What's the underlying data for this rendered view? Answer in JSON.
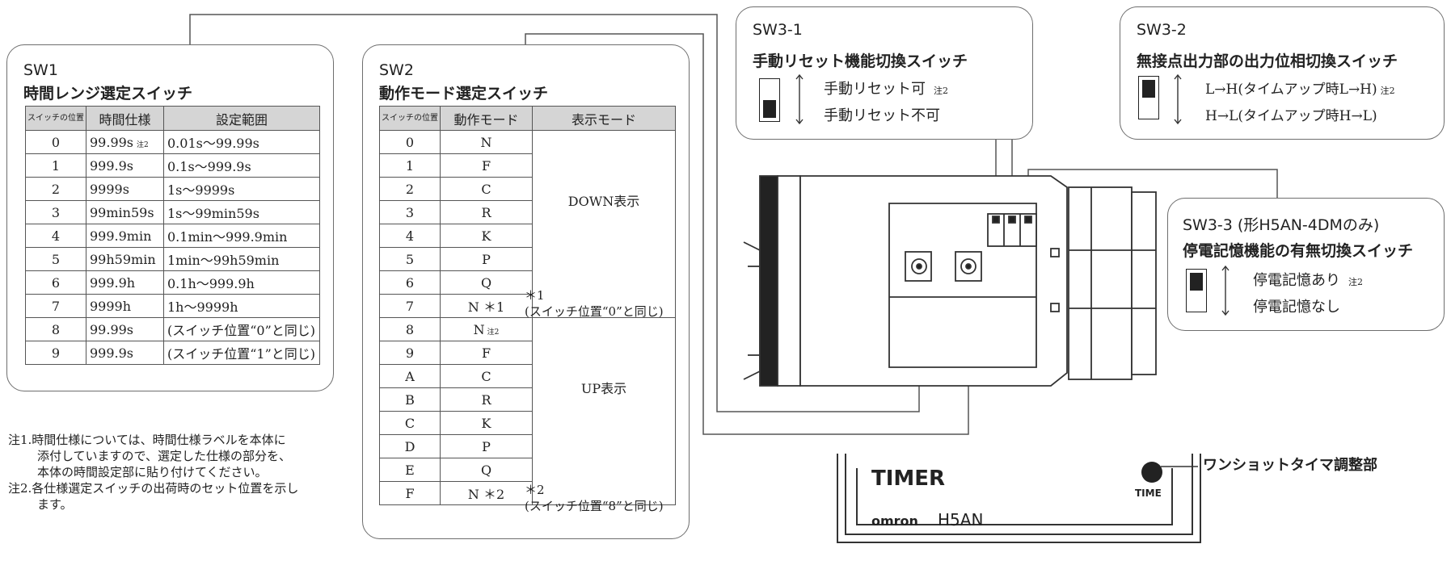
{
  "sw1": {
    "title": "SW1",
    "subtitle": "時間レンジ選定スイッチ",
    "headers": [
      "スイッチの位置",
      "時間仕様",
      "設定範囲"
    ],
    "rows": [
      {
        "pos": "0",
        "spec": "99.99s",
        "note": "注2",
        "range": "0.01s〜99.99s"
      },
      {
        "pos": "1",
        "spec": "999.9s",
        "note": "",
        "range": "0.1s〜999.9s"
      },
      {
        "pos": "2",
        "spec": "9999s",
        "note": "",
        "range": "1s〜9999s"
      },
      {
        "pos": "3",
        "spec": "99min59s",
        "note": "",
        "range": "1s〜99min59s"
      },
      {
        "pos": "4",
        "spec": "999.9min",
        "note": "",
        "range": "0.1min〜999.9min"
      },
      {
        "pos": "5",
        "spec": "99h59min",
        "note": "",
        "range": "1min〜99h59min"
      },
      {
        "pos": "6",
        "spec": "999.9h",
        "note": "",
        "range": "0.1h〜999.9h"
      },
      {
        "pos": "7",
        "spec": "9999h",
        "note": "",
        "range": "1h〜9999h"
      },
      {
        "pos": "8",
        "spec": "99.99s",
        "note": "",
        "range": "(スイッチ位置“0”と同じ)"
      },
      {
        "pos": "9",
        "spec": "999.9s",
        "note": "",
        "range": "(スイッチ位置“1”と同じ)"
      }
    ]
  },
  "notes": [
    "注1.時間仕様については、時間仕様ラベルを本体に",
    "添付していますので、選定した仕様の部分を、",
    "本体の時間設定部に貼り付けてください。",
    "注2.各仕様選定スイッチの出荷時のセット位置を示し",
    "ます。"
  ],
  "sw2": {
    "title": "SW2",
    "subtitle": "動作モード選定スイッチ",
    "headers": [
      "スイッチの位置",
      "動作モード",
      "表示モード"
    ],
    "rows": [
      {
        "pos": "0",
        "mode": "N",
        "note": ""
      },
      {
        "pos": "1",
        "mode": "F",
        "note": ""
      },
      {
        "pos": "2",
        "mode": "C",
        "note": ""
      },
      {
        "pos": "3",
        "mode": "R",
        "note": ""
      },
      {
        "pos": "4",
        "mode": "K",
        "note": ""
      },
      {
        "pos": "5",
        "mode": "P",
        "note": ""
      },
      {
        "pos": "6",
        "mode": "Q",
        "note": ""
      },
      {
        "pos": "7",
        "mode": "N ＊1",
        "note": ""
      },
      {
        "pos": "8",
        "mode": "N",
        "note": "注2"
      },
      {
        "pos": "9",
        "mode": "F",
        "note": ""
      },
      {
        "pos": "A",
        "mode": "C",
        "note": ""
      },
      {
        "pos": "B",
        "mode": "R",
        "note": ""
      },
      {
        "pos": "C",
        "mode": "K",
        "note": ""
      },
      {
        "pos": "D",
        "mode": "P",
        "note": ""
      },
      {
        "pos": "E",
        "mode": "Q",
        "note": ""
      },
      {
        "pos": "F",
        "mode": "N ＊2",
        "note": ""
      }
    ],
    "display_down": "DOWN表示",
    "display_up": "UP表示",
    "mark1": "＊1",
    "mark1_text": "(スイッチ位置“0”と同じ)",
    "mark2": "＊2",
    "mark2_text": "(スイッチ位置“8”と同じ)"
  },
  "sw3_1": {
    "title": "SW3-1",
    "subtitle": "手動リセット機能切換スイッチ",
    "option_up": "手動リセット可",
    "option_up_note": "注2",
    "option_down": "手動リセット不可"
  },
  "sw3_2": {
    "title": "SW3-2",
    "subtitle": "無接点出力部の出力位相切換スイッチ",
    "option_up": "L→H(タイムアップ時L→H)",
    "option_up_note": "注2",
    "option_down": "H→L(タイムアップ時H→L)"
  },
  "sw3_3": {
    "title": "SW3-3 (形H5AN-4DMのみ)",
    "subtitle": "停電記憶機能の有無切換スイッチ",
    "option_up": "停電記憶あり",
    "option_up_note": "注2",
    "option_down": "停電記憶なし"
  },
  "front": {
    "timer_label": "TIMER",
    "time_label": "TIME",
    "brand": "omron",
    "model": "H5AN",
    "callout": "ワンショットタイマ調整部"
  }
}
